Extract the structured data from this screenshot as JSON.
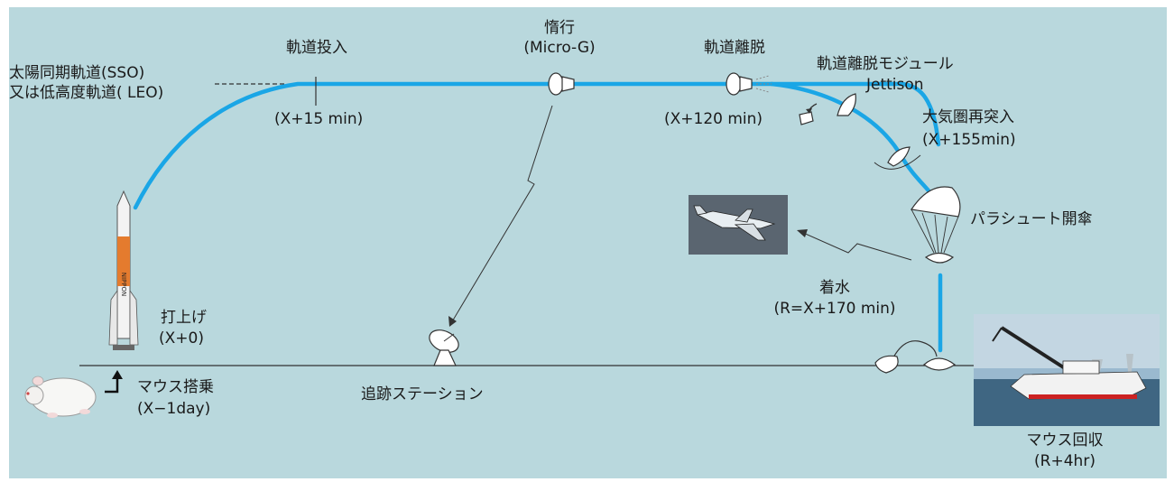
{
  "orbit_label": [
    "太陽同期軌道(SSO)",
    "又は低高度軌道( LEO)"
  ],
  "orbit_insertion": {
    "title": "軌道投入",
    "time": "(X+15 min)"
  },
  "coast": {
    "title": "惰行",
    "sub": "(Micro-G)"
  },
  "deorbit": {
    "title": "軌道離脱",
    "time": "(X+120 min)"
  },
  "deorbit_module": {
    "title": "軌道離脱モジュール",
    "sub": "Jettison"
  },
  "reentry": {
    "title": "大気圏再突入",
    "time": "(X+155min)"
  },
  "parachute": {
    "title": "パラシュート開傘"
  },
  "splashdown": {
    "title": "着水",
    "time": "(R=X+170 min)"
  },
  "launch": {
    "title": "打上げ",
    "time": "(X+0)"
  },
  "boarding": {
    "title": "マウス搭乗",
    "time": "(X−1day)"
  },
  "tracking_station": {
    "title": "追跡ステーション"
  },
  "recovery": {
    "title": "マウス回収",
    "time": "(R+4hr)"
  },
  "rocket_text": "NIPPON",
  "colors": {
    "panel": "#b9d8dd",
    "trajectory": "#1aa6e6",
    "line": "#333333"
  }
}
